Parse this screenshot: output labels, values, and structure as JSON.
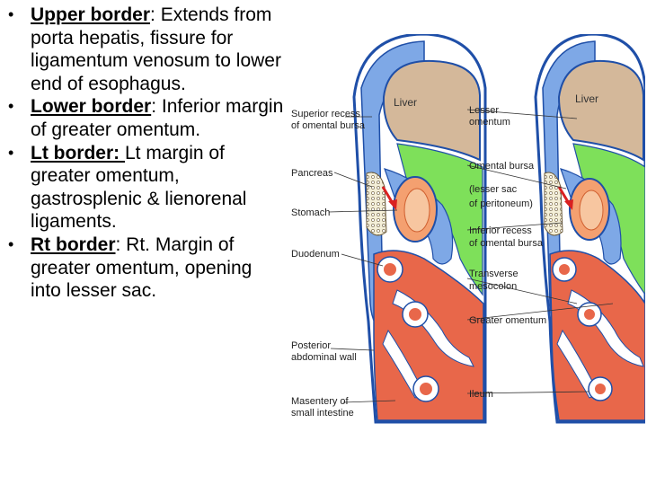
{
  "bullets": [
    {
      "term": "Upper border",
      "separator": ":",
      "text": " Extends from porta hepatis, fissure for ligamentum venosum to lower end of esophagus."
    },
    {
      "term": "Lower border",
      "separator": ":",
      "text": " Inferior margin of greater omentum."
    },
    {
      "term": "Lt border: ",
      "separator": "",
      "text": "Lt margin of greater omentum, gastrosplenic & lienorenal ligaments."
    },
    {
      "term": "Rt border",
      "separator": ":",
      "text": " Rt. Margin of greater omentum, opening into lesser sac."
    }
  ],
  "figure": {
    "left_labels": {
      "sup_recess_1": "Superior recess",
      "sup_recess_2": "of omental bursa",
      "pancreas": "Pancreas",
      "stomach": "Stomach",
      "duodenum": "Duodenum",
      "posterior_1": "Posterior",
      "posterior_2": "abdominal wall",
      "mesentery_1": "Masentery of",
      "mesentery_2": "small intestine"
    },
    "right_labels": {
      "lesser_1": "Lesser",
      "lesser_2": "omentum",
      "bursa_1": "Omental bursa",
      "bursa_2": "(lesser sac",
      "bursa_3": "of peritoneum)",
      "inf_recess_1": "Inferior recess",
      "inf_recess_2": "of omental bursa",
      "transverse_1": "Transverse",
      "transverse_2": "mesocolon",
      "greater_omentum": "Greater omentum",
      "ileum": "Ileum"
    },
    "organ_labels": {
      "liver_left": "Liver",
      "liver_right": "Liver"
    },
    "colors": {
      "liver": "#d4b89a",
      "lesser_sac": "#7ea8e6",
      "omentum": "#7ee05a",
      "intestine": "#e8674a",
      "peritoneum_line": "#1f4fa8",
      "stomach_wall": "#f4a070",
      "pancreas": "#f4efd8",
      "arrow": "#d92020"
    }
  }
}
